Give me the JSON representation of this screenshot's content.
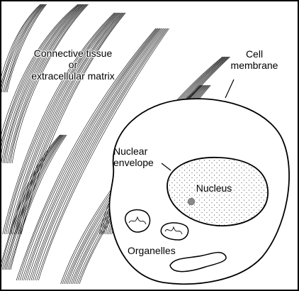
{
  "labels": {
    "connective_line1": "Connective tissue",
    "connective_line2": "or",
    "connective_line3": "extracellular matrix",
    "cell_line1": "Cell",
    "cell_line2": "membrane",
    "nuclear_line1": "Nuclear",
    "nuclear_line2": "envelope",
    "nucleus": "Nucleus",
    "organelles": "Organelles"
  }
}
